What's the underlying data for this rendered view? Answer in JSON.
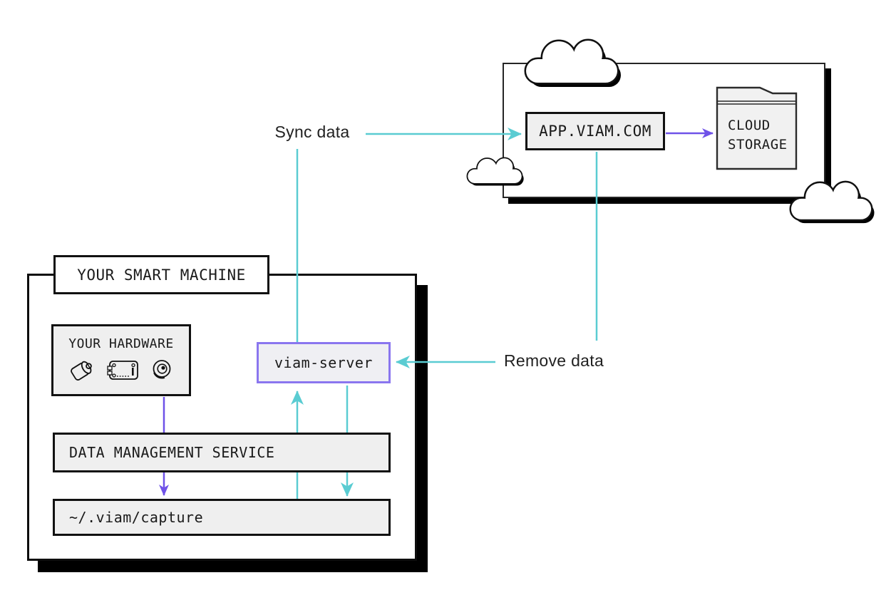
{
  "machine": {
    "title": "YOUR SMART MACHINE",
    "hardware": {
      "label": "YOUR HARDWARE",
      "icons": [
        "motor-icon",
        "circuit-board-icon",
        "camera-icon"
      ]
    },
    "viam_server": {
      "label": "viam-server"
    },
    "data_management_service": {
      "label": "DATA MANAGEMENT SERVICE"
    },
    "capture_directory": {
      "label": "~/.viam/capture"
    }
  },
  "cloud": {
    "app": {
      "label": "APP.VIAM.COM"
    },
    "storage": {
      "label": "CLOUD STORAGE",
      "icon": "folder-icon"
    },
    "decorations": [
      "cloud-icon",
      "cloud-icon",
      "cloud-icon"
    ]
  },
  "flows": {
    "sync": {
      "label": "Sync data"
    },
    "remove": {
      "label": "Remove data"
    }
  },
  "connections": [
    {
      "from": "your-hardware",
      "to": "data-management-service",
      "color": "#6f52e8"
    },
    {
      "from": "data-management-service",
      "to": "capture-directory",
      "color": "#6f52e8"
    },
    {
      "from": "capture-directory",
      "to": "viam-server",
      "color": "#5accd2"
    },
    {
      "from": "viam-server",
      "to": "capture-directory",
      "color": "#5accd2"
    },
    {
      "from": "viam-server",
      "to": "app-viam-com",
      "color": "#5accd2",
      "label": "Sync data"
    },
    {
      "from": "app-viam-com",
      "to": "viam-server",
      "color": "#5accd2",
      "label": "Remove data"
    },
    {
      "from": "app-viam-com",
      "to": "cloud-storage",
      "color": "#6f52e8"
    }
  ],
  "colors": {
    "teal_arrow": "#5accd2",
    "purple_arrow": "#6f52e8",
    "viam_server_border": "#8a76ef",
    "box_fill": "#efefef",
    "shadow": "#000000"
  }
}
